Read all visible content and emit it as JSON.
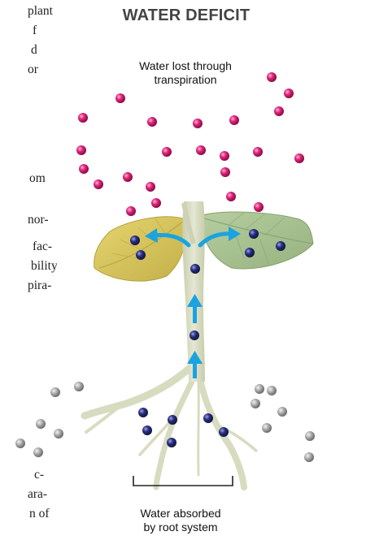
{
  "left_text_fragments": [
    "plant",
    "f",
    "d",
    "or",
    "om",
    "nor-",
    "fac-",
    "bility",
    "pira-",
    "c-",
    "ara-",
    "n of"
  ],
  "title": "WATER DEFICIT",
  "caption_top": [
    "Water lost through",
    "transpiration"
  ],
  "caption_bottom": [
    "Water absorbed",
    "by root system"
  ],
  "colors": {
    "pink_droplet": "#e0247a",
    "blue_molecule": "#2a2f80",
    "gray_particle": "#9a9a9a",
    "arrow": "#1aa3e0",
    "stem": "#d7dcc0",
    "leaf_left": "#d9c75a",
    "leaf_right": "#a9c393"
  },
  "icons": [
    "water-droplet-icon",
    "water-molecule-icon",
    "soil-particle-icon",
    "flow-arrow-icon"
  ]
}
